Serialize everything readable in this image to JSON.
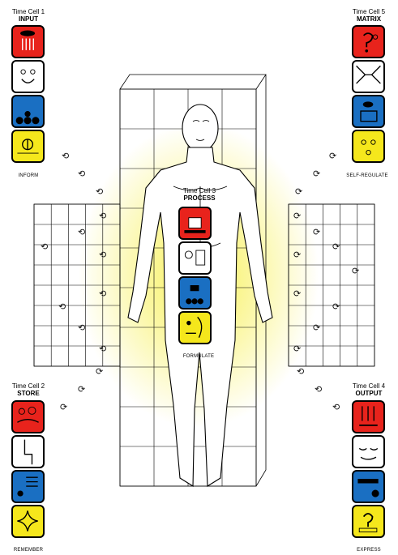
{
  "cells": [
    {
      "id": "tc1",
      "title": "Time Cell 1",
      "name": "INPUT",
      "caption": "INFORM"
    },
    {
      "id": "tc2",
      "title": "Time Cell 2",
      "name": "STORE",
      "caption": "REMEMBER"
    },
    {
      "id": "tc3",
      "title": "Time Cell 3",
      "name": "PROCESS",
      "caption": "FORMULATE"
    },
    {
      "id": "tc4",
      "title": "Time Cell 4",
      "name": "OUTPUT",
      "caption": "EXPRESS"
    },
    {
      "id": "tc5",
      "title": "Time Cell 5",
      "name": "MATRIX",
      "caption": "SELF-REGULATE"
    }
  ],
  "colors": {
    "red": "#e8231c",
    "white": "#ffffff",
    "blue": "#1a6fc2",
    "yellow": "#f5e71c",
    "glow": "#f7ee5a"
  },
  "glyph_order": [
    "red",
    "white",
    "blue",
    "yellow"
  ]
}
